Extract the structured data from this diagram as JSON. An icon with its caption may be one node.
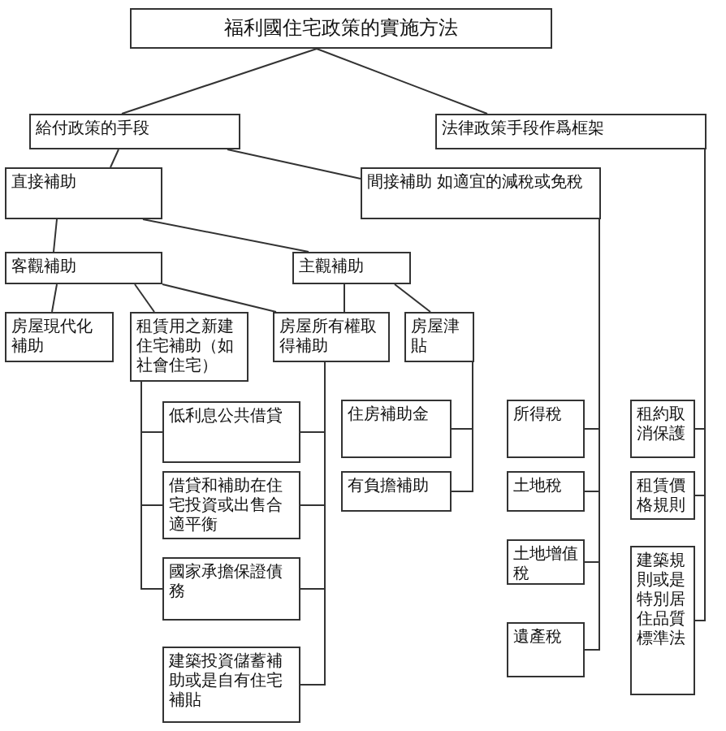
{
  "diagram": {
    "nodes": [
      {
        "text": [
          "福利國住宅政策的實施方法"
        ]
      },
      {
        "text": [
          "給付政策的手段"
        ]
      },
      {
        "text": [
          "法律政策手段作爲框架"
        ]
      },
      {
        "text": [
          "直接補助"
        ]
      },
      {
        "text": [
          "間接補助 如適宜的減稅或免稅"
        ]
      },
      {
        "text": [
          "客觀補助"
        ]
      },
      {
        "text": [
          "主觀補助"
        ]
      },
      {
        "text": [
          "房屋現代化補助"
        ]
      },
      {
        "text": [
          "租賃用之新建住宅補助（如社會住宅）"
        ]
      },
      {
        "text": [
          "房屋所有權取得補助"
        ]
      },
      {
        "text": [
          "房屋津貼"
        ]
      },
      {
        "text": [
          "低利息公共借貸"
        ]
      },
      {
        "text": [
          "借貸和補助在住宅投資或出售合適平衡"
        ]
      },
      {
        "text": [
          "國家承擔保證債務"
        ]
      },
      {
        "text": [
          "建築投資儲蓄補助或是自有住宅補貼"
        ]
      },
      {
        "text": [
          "住房補助金"
        ]
      },
      {
        "text": [
          "有負擔補助"
        ]
      },
      {
        "text": [
          "所得稅"
        ]
      },
      {
        "text": [
          "土地稅"
        ]
      },
      {
        "text": [
          "土地增值稅"
        ]
      },
      {
        "text": [
          "遺產稅"
        ]
      },
      {
        "text": [
          "租約取消保護"
        ]
      },
      {
        "text": [
          "租賃價格規則"
        ]
      },
      {
        "text": [
          "建築規則或是特別居住品質標準法"
        ]
      }
    ],
    "edges": [
      {
        "from": 0,
        "to": 1,
        "arrow": "none"
      },
      {
        "from": 0,
        "to": 2,
        "arrow": "none"
      },
      {
        "from": 1,
        "to": 3,
        "arrow": "none"
      },
      {
        "from": 1,
        "to": 4,
        "arrow": "none"
      },
      {
        "from": 3,
        "to": 5,
        "arrow": "none"
      },
      {
        "from": 3,
        "to": 6,
        "arrow": "none"
      },
      {
        "from": 5,
        "to": 7,
        "arrow": "none"
      },
      {
        "from": 5,
        "to": 8,
        "arrow": "none"
      },
      {
        "from": 5,
        "to": 9,
        "arrow": "none"
      },
      {
        "from": 6,
        "to": 9,
        "arrow": "none"
      },
      {
        "from": 6,
        "to": 10,
        "arrow": "none"
      },
      {
        "from": 8,
        "to": 11,
        "arrow": "none"
      },
      {
        "from": 8,
        "to": 12,
        "arrow": "none"
      },
      {
        "from": 8,
        "to": 13,
        "arrow": "none"
      },
      {
        "from": 9,
        "to": 11,
        "arrow": "none"
      },
      {
        "from": 9,
        "to": 12,
        "arrow": "none"
      },
      {
        "from": 9,
        "to": 13,
        "arrow": "none"
      },
      {
        "from": 9,
        "to": 14,
        "arrow": "none"
      },
      {
        "from": 10,
        "to": 15,
        "arrow": "none"
      },
      {
        "from": 10,
        "to": 16,
        "arrow": "none"
      },
      {
        "from": 4,
        "to": 17,
        "arrow": "none"
      },
      {
        "from": 4,
        "to": 18,
        "arrow": "none"
      },
      {
        "from": 4,
        "to": 19,
        "arrow": "none"
      },
      {
        "from": 4,
        "to": 20,
        "arrow": "none"
      },
      {
        "from": 2,
        "to": 21,
        "arrow": "none"
      },
      {
        "from": 2,
        "to": 22,
        "arrow": "none"
      },
      {
        "from": 2,
        "to": 23,
        "arrow": "none"
      }
    ]
  }
}
